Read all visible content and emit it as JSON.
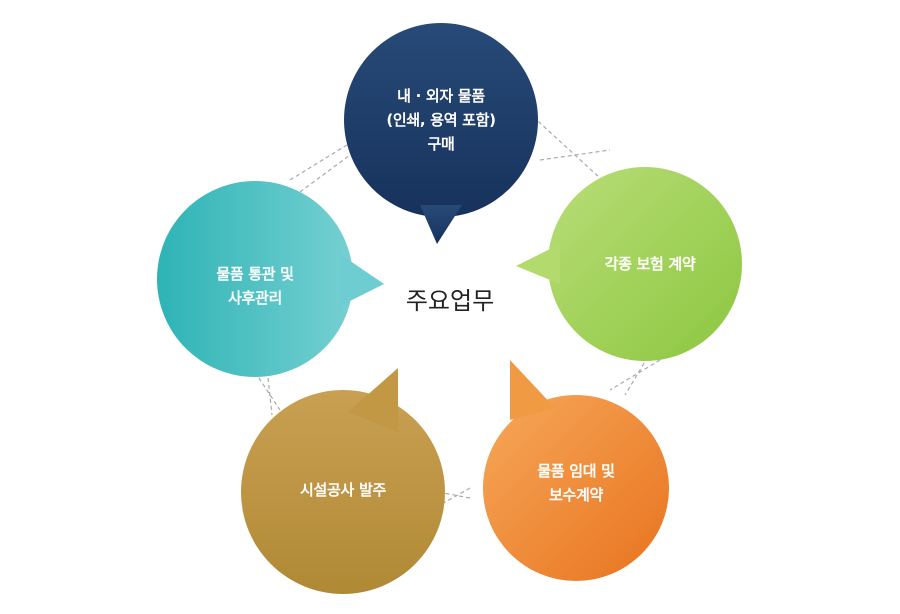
{
  "center": {
    "text": "주요업무"
  },
  "items": [
    {
      "id": "purchase",
      "lines": [
        "내 · 외자 물품",
        "(인쇄, 용역 포함)",
        "구매"
      ],
      "color_top": "#284a78",
      "color_bottom": "#16325c"
    },
    {
      "id": "insurance",
      "lines": [
        "각종 보험 계약"
      ],
      "color_top": "#b9de78",
      "color_bottom": "#8cc63f"
    },
    {
      "id": "rental",
      "lines": [
        "물품 임대 및",
        "보수계약"
      ],
      "color_top": "#f6a85a",
      "color_bottom": "#e8731e"
    },
    {
      "id": "construction",
      "lines": [
        "시설공사 발주"
      ],
      "color_top": "#c9a052",
      "color_bottom": "#b08935"
    },
    {
      "id": "customs",
      "lines": [
        "물품 통관 및",
        "사후관리"
      ],
      "color_top": "#2eb3b5",
      "color_bottom": "#76d0d2"
    }
  ]
}
